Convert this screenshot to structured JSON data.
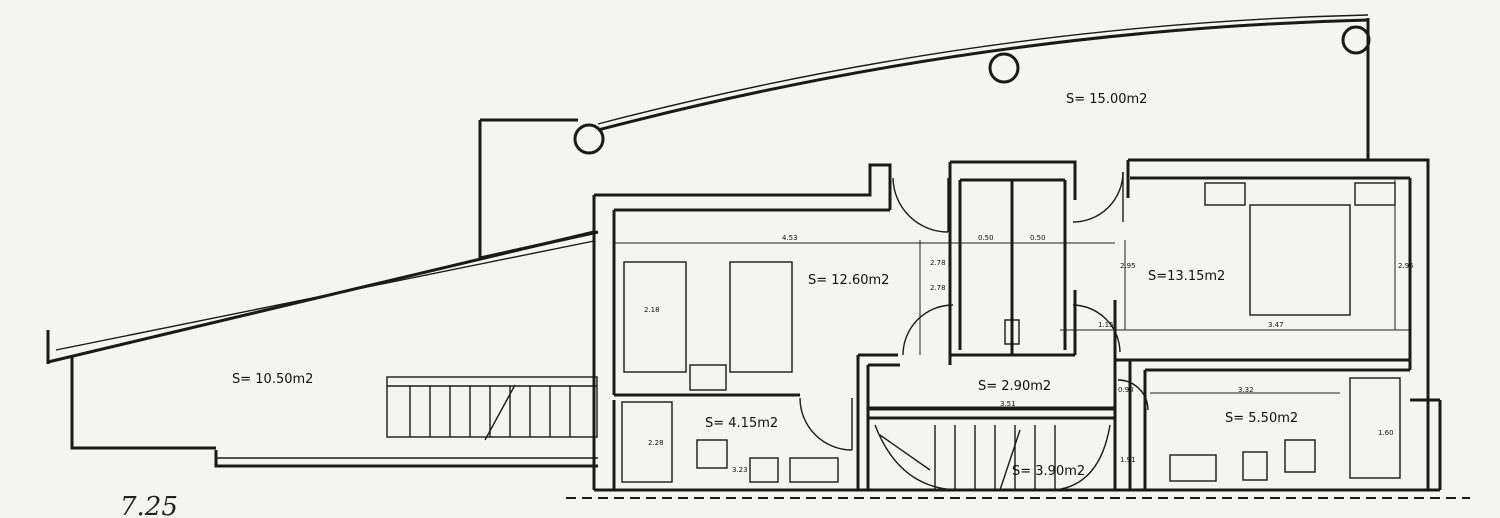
{
  "rooms": {
    "terrace": "S= 15.00m2",
    "bedroom_left": "S= 12.60m2",
    "bedroom_right": "S=13.15m2",
    "ramp": "S= 10.50m2",
    "landing": "S= 2.90m2",
    "bath_left": "S= 4.15m2",
    "bath_right": "S= 5.50m2",
    "stairs": "S= 3.90m2"
  },
  "dimensions": {
    "w_left": "4.53",
    "w_closet1": "0.50",
    "w_closet2": "0.50",
    "h_left1": "2.78",
    "h_left2": "2.78",
    "h_right1": "2.95",
    "h_right2": "2.95",
    "h_bed": "2.18",
    "d_small": "1.15",
    "w_right": "3.47",
    "w_stairs": "3.51",
    "h_landing": "0.90",
    "w_bath_right": "3.32",
    "h_bath_right": "1.60",
    "w_bath_left": "3.23",
    "h_bath_left": "2.28",
    "h_stairs": "1.91"
  },
  "scribble": "7.25",
  "line_color": "#1a1a1a",
  "paper_color": "#f4f4f2"
}
